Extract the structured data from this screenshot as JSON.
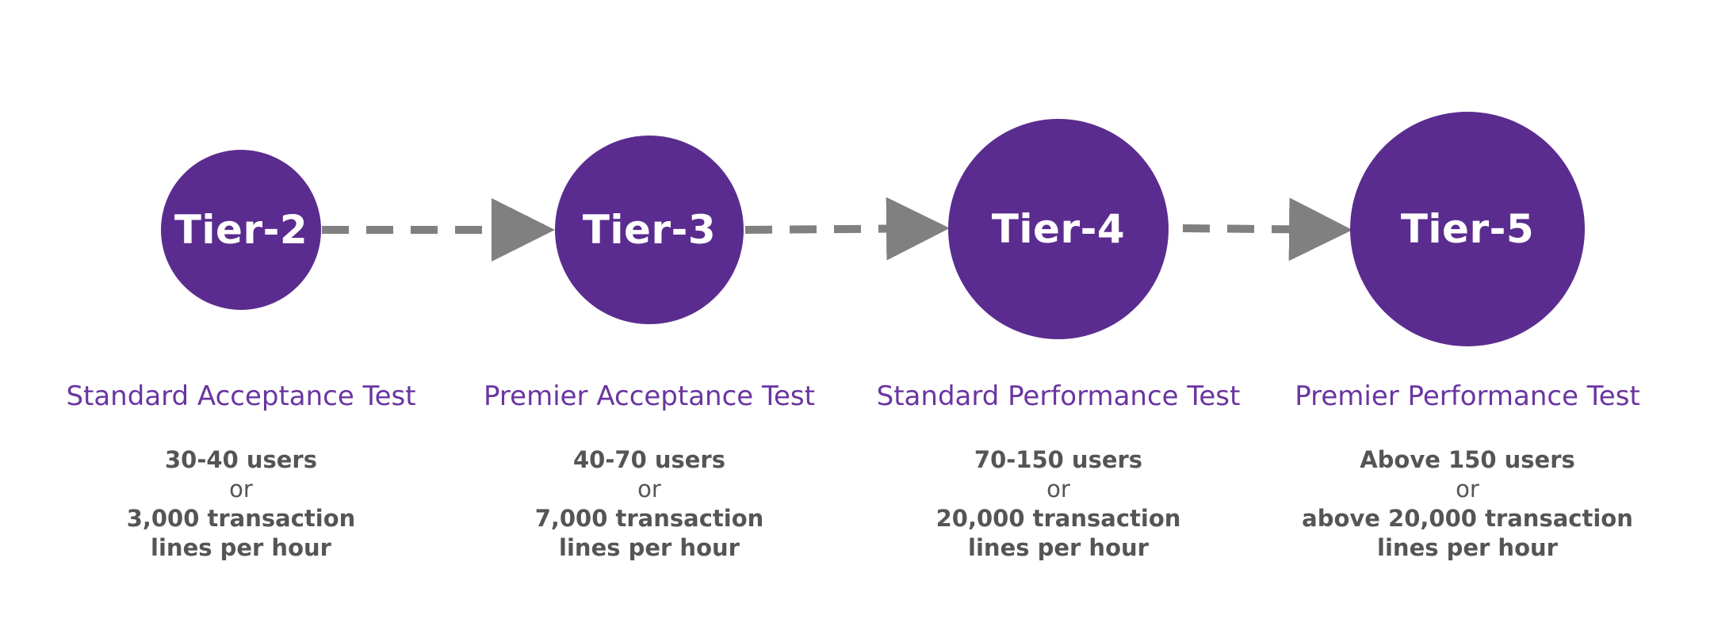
{
  "colors": {
    "circle": "#5b2c8f",
    "title": "#6a35a0",
    "detail": "#555555",
    "arrow": "#808080"
  },
  "tiers": [
    {
      "label": "Tier-2",
      "title": "Standard Acceptance Test",
      "users": "30-40 users",
      "or": "or",
      "transactions": "3,000 transaction",
      "per_hour": "lines per hour"
    },
    {
      "label": "Tier-3",
      "title": "Premier Acceptance Test",
      "users": "40-70 users",
      "or": "or",
      "transactions": "7,000 transaction",
      "per_hour": "lines per hour"
    },
    {
      "label": "Tier-4",
      "title": "Standard Performance Test",
      "users": "70-150 users",
      "or": "or",
      "transactions": "20,000 transaction",
      "per_hour": "lines per hour"
    },
    {
      "label": "Tier-5",
      "title": "Premier Performance Test",
      "users": "Above 150 users",
      "or": "or",
      "transactions": "above 20,000 transaction",
      "per_hour": "lines per hour"
    }
  ],
  "connectors": [
    {
      "from": "Tier-2",
      "to": "Tier-3",
      "style": "dashed-arrow"
    },
    {
      "from": "Tier-3",
      "to": "Tier-4",
      "style": "dashed-arrow"
    },
    {
      "from": "Tier-4",
      "to": "Tier-5",
      "style": "dashed-arrow"
    }
  ]
}
